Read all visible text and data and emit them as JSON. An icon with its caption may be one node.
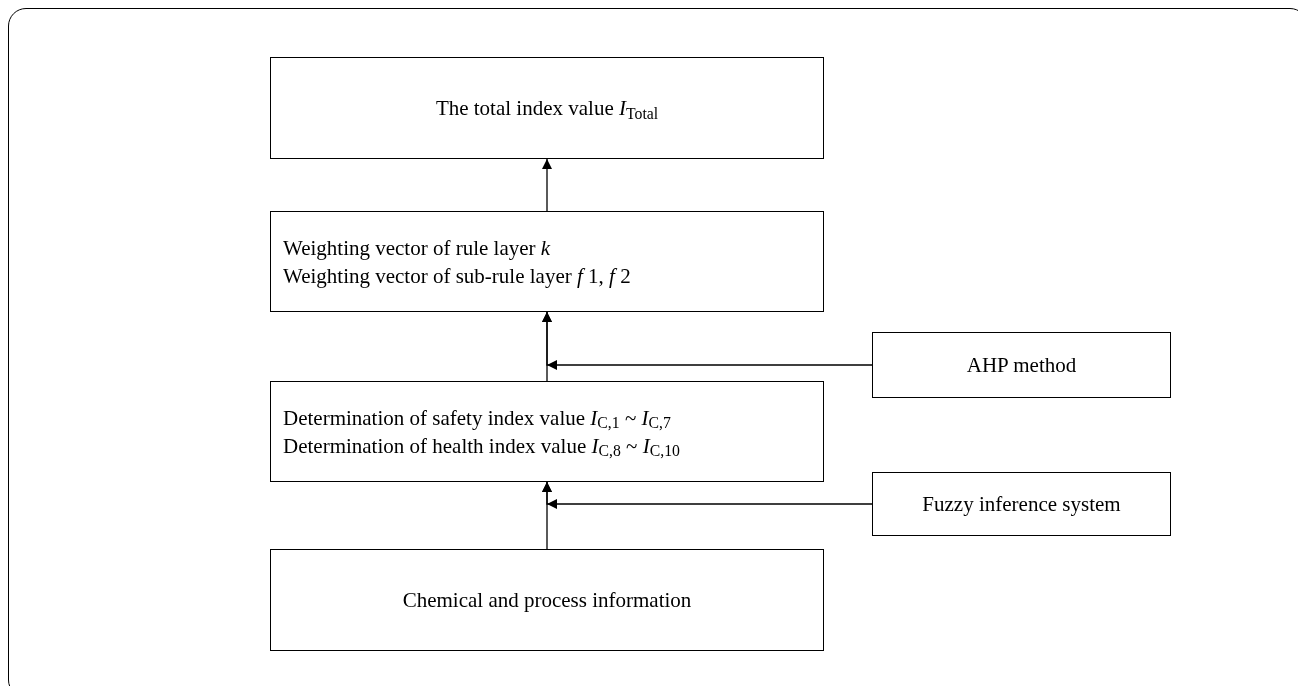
{
  "diagram": {
    "nodes": [
      {
        "text": [
          "The total index value *I*$_{Total}$"
        ]
      },
      {
        "text": [
          "Weighting vector of rule layer *k*",
          "Weighting vector of sub-rule layer *f* 1, *f* 2"
        ]
      },
      {
        "text": [
          "Determination of safety index value *I*$_{C,1}$ ~ *I*$_{C,7}$",
          "Determination of health index value *I*$_{C,8}$ ~ *I*$_{C,10}$"
        ]
      },
      {
        "text": [
          "Chemical and process information"
        ]
      },
      {
        "text": [
          "AHP method"
        ]
      },
      {
        "text": [
          "Fuzzy inference system"
        ]
      }
    ],
    "edges": [
      {
        "from": 3,
        "to": 2,
        "arrow": "to"
      },
      {
        "from": 2,
        "to": 1,
        "arrow": "to"
      },
      {
        "from": 1,
        "to": 0,
        "arrow": "to"
      },
      {
        "from": 4,
        "to": 1,
        "arrow": "to"
      },
      {
        "from": 5,
        "to": 2,
        "arrow": "to"
      }
    ]
  }
}
